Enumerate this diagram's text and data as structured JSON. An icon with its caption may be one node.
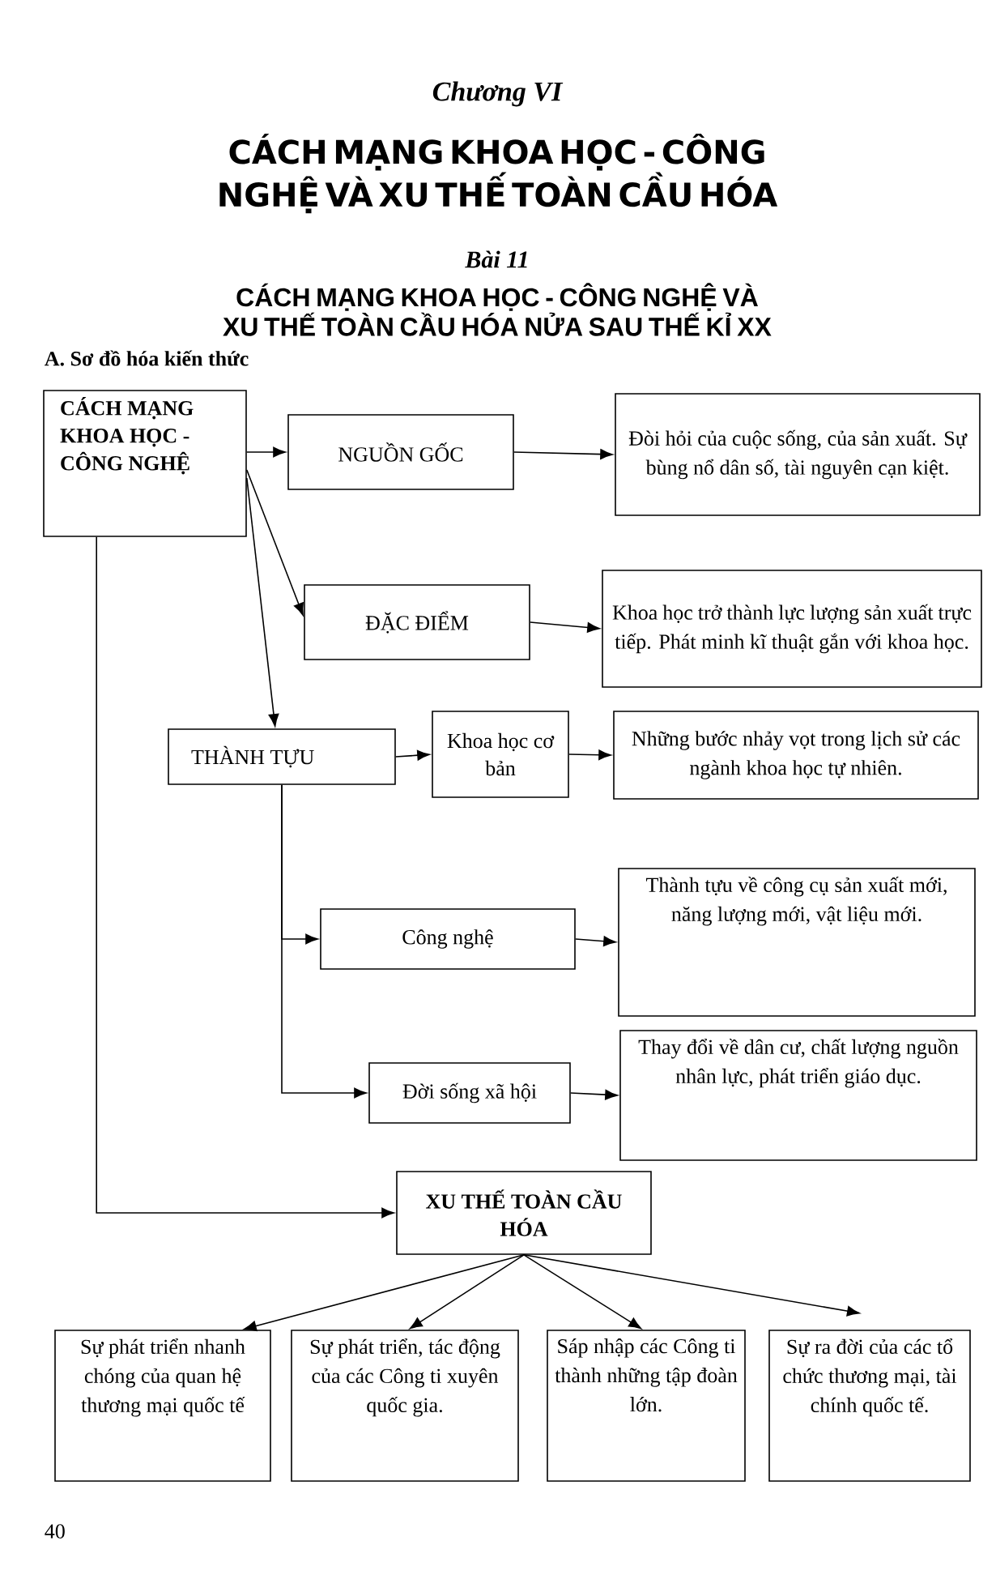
{
  "diagram": {
    "nodes": [
      {
        "text": [
          "CÁCH MẠNG KHOA HỌC - CÔNG NGHỆ"
        ]
      },
      {
        "text": [
          "NGUỒN GỐC"
        ]
      },
      {
        "text": [
          "Đòi hỏi của cuộc sống, của sản xuất. Sự bùng nổ dân số, tài nguyên cạn kiệt."
        ]
      },
      {
        "text": [
          "ĐẶC ĐIỂM"
        ]
      },
      {
        "text": [
          "Khoa học trở thành lực lượng sản xuất trực tiếp. Phát minh kĩ thuật gắn với khoa học."
        ]
      },
      {
        "text": [
          "THÀNH TỰU"
        ]
      },
      {
        "text": [
          "Khoa học cơ bản"
        ]
      },
      {
        "text": [
          "Những bước nhảy vọt trong lịch sử các ngành khoa học tự nhiên."
        ]
      },
      {
        "text": [
          "Công nghệ"
        ]
      },
      {
        "text": [
          "Thành tựu về công cụ sản xuất mới, năng lượng mới, vật liệu mới."
        ]
      },
      {
        "text": [
          "Đời sống xã hội"
        ]
      },
      {
        "text": [
          "Thay đổi về dân cư, chất lượng nguồn nhân lực, phát triển giáo dục."
        ]
      },
      {
        "text": [
          "XU THẾ TOÀN CẦU HÓA"
        ]
      },
      {
        "text": [
          "Sự phát triển nhanh chóng của quan hệ thương mại quốc tế"
        ]
      },
      {
        "text": [
          "Sự phát triển, tác động của các Công ti xuyên quốc gia."
        ]
      },
      {
        "text": [
          "Sáp nhập các Công ti thành những tập đoàn lớn."
        ]
      },
      {
        "text": [
          "Sự ra đời của các tổ chức thương mại, tài chính quốc tế."
        ]
      }
    ],
    "edges": [
      {
        "from": 0,
        "to": 1,
        "arrow": "to"
      },
      {
        "from": 1,
        "to": 2,
        "arrow": "to"
      },
      {
        "from": 0,
        "to": 3,
        "arrow": "to"
      },
      {
        "from": 3,
        "to": 4,
        "arrow": "to"
      },
      {
        "from": 0,
        "to": 5,
        "arrow": "to"
      },
      {
        "from": 5,
        "to": 6,
        "arrow": "to"
      },
      {
        "from": 6,
        "to": 7,
        "arrow": "to"
      },
      {
        "from": 5,
        "to": 8,
        "arrow": "to"
      },
      {
        "from": 8,
        "to": 9,
        "arrow": "to"
      },
      {
        "from": 5,
        "to": 10,
        "arrow": "to"
      },
      {
        "from": 10,
        "to": 11,
        "arrow": "to"
      },
      {
        "from": 0,
        "to": 12,
        "arrow": "to"
      },
      {
        "from": 12,
        "to": 13,
        "arrow": "to"
      },
      {
        "from": 12,
        "to": 14,
        "arrow": "to"
      },
      {
        "from": 12,
        "to": 15,
        "arrow": "to"
      },
      {
        "from": 12,
        "to": 16,
        "arrow": "to"
      }
    ],
    "labels": [
      "Chương VI",
      "CÁCH MẠNG KHOA HỌC - CÔNG NGHỆ VÀ XU THẾ TOÀN CẦU HÓA",
      "Bài 11",
      "CÁCH MẠNG KHOA HỌC - CÔNG NGHỆ VÀ XU THẾ TOÀN CẦU HÓA NỬA SAU THẾ KỈ XX",
      "A. Sơ đồ hóa kiến thức",
      "40"
    ]
  }
}
